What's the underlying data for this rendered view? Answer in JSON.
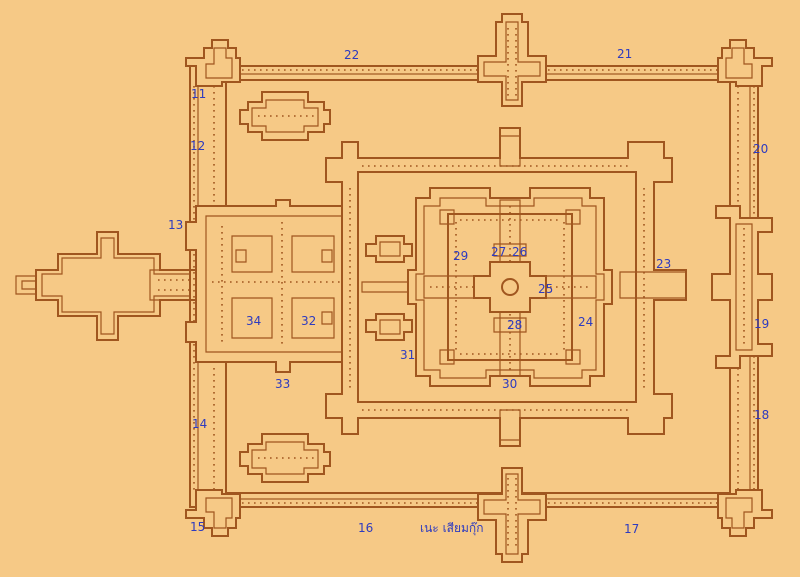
{
  "labels": {
    "l11": "11",
    "l12": "12",
    "l13": "13",
    "l14": "14",
    "l15": "15",
    "l16": "16",
    "l17": "17",
    "l18": "18",
    "l19": "19",
    "l20": "20",
    "l21": "21",
    "l22": "22",
    "l23": "23",
    "l24": "24",
    "l25": "25",
    "l26": "26",
    "l27": "27",
    "l28": "28",
    "l29": "29",
    "l30": "30",
    "l31": "31",
    "l32": "32",
    "l33": "33",
    "l34": "34"
  },
  "caption": "เนะ เสียมกุ๊ก",
  "colors": {
    "background": "#f6c986",
    "walls": "#a0561f",
    "labels": "#2e3bbf"
  }
}
